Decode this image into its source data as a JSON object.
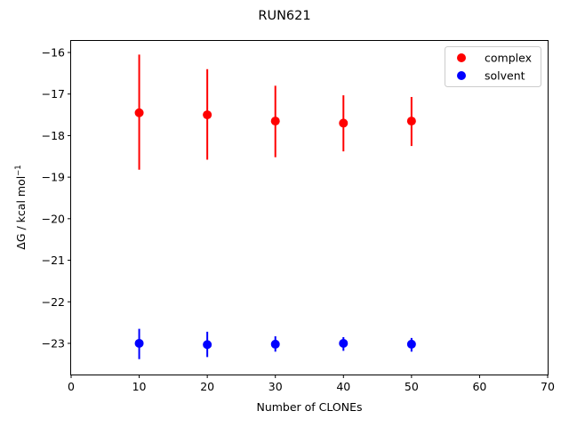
{
  "chart_data": {
    "type": "scatter",
    "title": "RUN621",
    "xlabel": "Number of CLONEs",
    "ylabel_main": "ΔG / kcal mol",
    "ylabel_sup": "−1",
    "xlim": [
      0,
      70
    ],
    "ylim": [
      -23.75,
      -15.7
    ],
    "xticks": [
      0,
      10,
      20,
      30,
      40,
      50,
      60,
      70
    ],
    "xtick_labels": [
      "0",
      "10",
      "20",
      "30",
      "40",
      "50",
      "60",
      "70"
    ],
    "yticks": [
      -16,
      -17,
      -18,
      -19,
      -20,
      -21,
      -22,
      -23
    ],
    "ytick_labels": [
      "−16",
      "−17",
      "−18",
      "−19",
      "−20",
      "−21",
      "−22",
      "−23"
    ],
    "grid": false,
    "legend_position": "top-right",
    "series": [
      {
        "name": "complex",
        "color": "#ff0000",
        "x": [
          10,
          20,
          30,
          40,
          50
        ],
        "y": [
          -17.45,
          -17.5,
          -17.65,
          -17.7,
          -17.65
        ],
        "err_low": [
          -18.82,
          -18.58,
          -18.52,
          -18.38,
          -18.25
        ],
        "err_high": [
          -16.05,
          -16.4,
          -16.8,
          -17.03,
          -17.07
        ]
      },
      {
        "name": "solvent",
        "color": "#0000ff",
        "x": [
          10,
          20,
          30,
          40,
          50
        ],
        "y": [
          -23.0,
          -23.03,
          -23.02,
          -23.0,
          -23.02
        ],
        "err_low": [
          -23.38,
          -23.33,
          -23.2,
          -23.18,
          -23.2
        ],
        "err_high": [
          -22.65,
          -22.72,
          -22.83,
          -22.85,
          -22.87
        ]
      }
    ]
  }
}
